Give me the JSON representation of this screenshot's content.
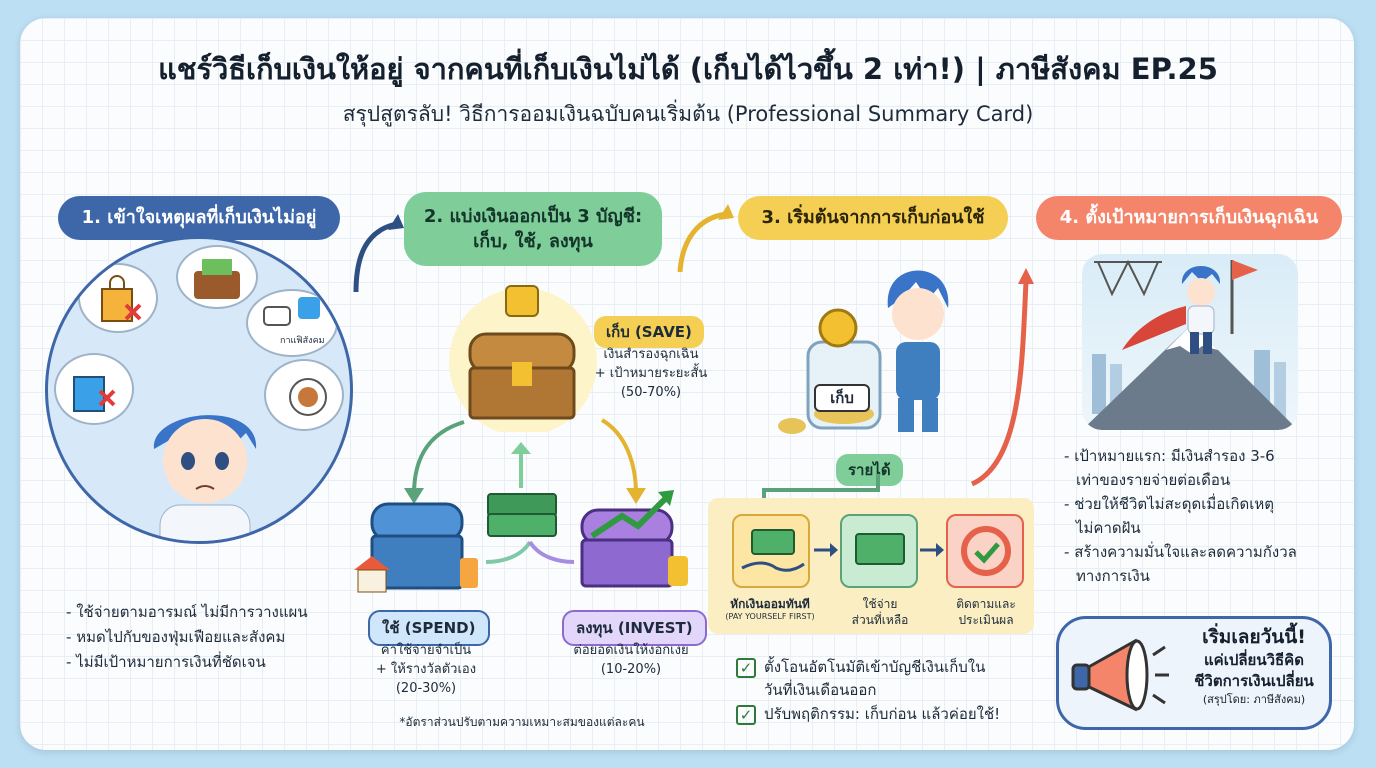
{
  "title": "แชร์วิธีเก็บเงินให้อยู่ จากคนที่เก็บเงินไม่ได้ (เก็บได้ไวขึ้น 2 เท่า!) | ภาษีสังคม EP.25",
  "subtitle": "สรุปสูตรลับ! วิธีการออมเงินฉบับคนเริ่มต้น (Professional Summary Card)",
  "steps": {
    "s1": {
      "label": "1. เข้าใจเหตุผลที่เก็บเงินไม่อยู่",
      "thought_text": "กาแฟิสังคม",
      "bullets": [
        "ใช้จ่ายตามอารมณ์ ไม่มีการวางแผน",
        "หมดไปกับของฟุ่มเฟือยและสังคม",
        "ไม่มีเป้าหมายการเงินที่ชัดเจน"
      ]
    },
    "s2": {
      "label_line1": "2. แบ่งเงินออกเป็น 3 บัญชี:",
      "label_line2": "เก็บ, ใช้, ลงทุน",
      "save": {
        "tag": "เก็บ (SAVE)",
        "line1": "เงินสำรองฉุกเฉิน",
        "line2": "+ เป้าหมายระยะสั้น",
        "line3": "(50-70%)"
      },
      "spend": {
        "tag": "ใช้ (SPEND)",
        "line1": "ค่าใช้จ่ายจำเป็น",
        "line2": "+ ให้รางวัลตัวเอง",
        "line3": "(20-30%)"
      },
      "invest": {
        "tag": "ลงทุน (INVEST)",
        "line1": "ต่อยอดเงินให้งอกเงย",
        "line2": "(10-20%)"
      },
      "note": "*อัตราส่วนปรับตามความเหมาะสมของแต่ละคน"
    },
    "s3": {
      "label": "3. เริ่มต้นจากการเก็บก่อนใช้",
      "jar_label": "เก็บ",
      "income_tag": "รายได้",
      "flow": [
        {
          "line1": "หักเงินออมทันที",
          "line2": "(PAY YOURSELF FIRST)"
        },
        {
          "line1": "ใช้จ่าย",
          "line2": "ส่วนที่เหลือ"
        },
        {
          "line1": "ติดตามและ",
          "line2": "ประเมินผล"
        }
      ],
      "checks": [
        "ตั้งโอนอัตโนมัติเข้าบัญชีเงินเก็บใน",
        "วันที่เงินเดือนออก",
        "ปรับพฤติกรรม: เก็บก่อน แล้วค่อยใช้!"
      ]
    },
    "s4": {
      "label": "4. ตั้งเป้าหมายการเก็บเงินฉุกเฉิน",
      "bullets": [
        {
          "line1": "เป้าหมายแรก: มีเงินสำรอง 3-6",
          "line2": "เท่าของรายจ่ายต่อเดือน"
        },
        {
          "line1": "ช่วยให้ชีวิตไม่สะดุดเมื่อเกิดเหตุ",
          "line2": "ไม่คาดฝัน"
        },
        {
          "line1": "สร้างความมั่นใจและลดความกังวล",
          "line2": "ทางการเงิน"
        }
      ]
    }
  },
  "cta": {
    "line1": "เริ่มเลยวันนี้!",
    "line2": "แค่เปลี่ยนวิธีคิด",
    "line3": "ชีวิตการเงินเปลี่ยน",
    "credit": "(สรุปโดย: ภาษีสังคม)"
  },
  "colors": {
    "blue": "#3d67a8",
    "green": "#7fce9a",
    "yellow": "#f4cf54",
    "coral": "#f5856a",
    "purple": "#8e6ad0"
  },
  "icons": [
    "shopping-bag-icon",
    "wallet-icon",
    "coffee-icon",
    "twitter-icon",
    "food-plate-icon",
    "lock-icon",
    "house-icon",
    "money-stack-icon",
    "growth-arrow-icon",
    "coin-icon",
    "cash-hand-icon",
    "target-icon",
    "megaphone-icon",
    "flag-icon",
    "checkbox-icon"
  ]
}
